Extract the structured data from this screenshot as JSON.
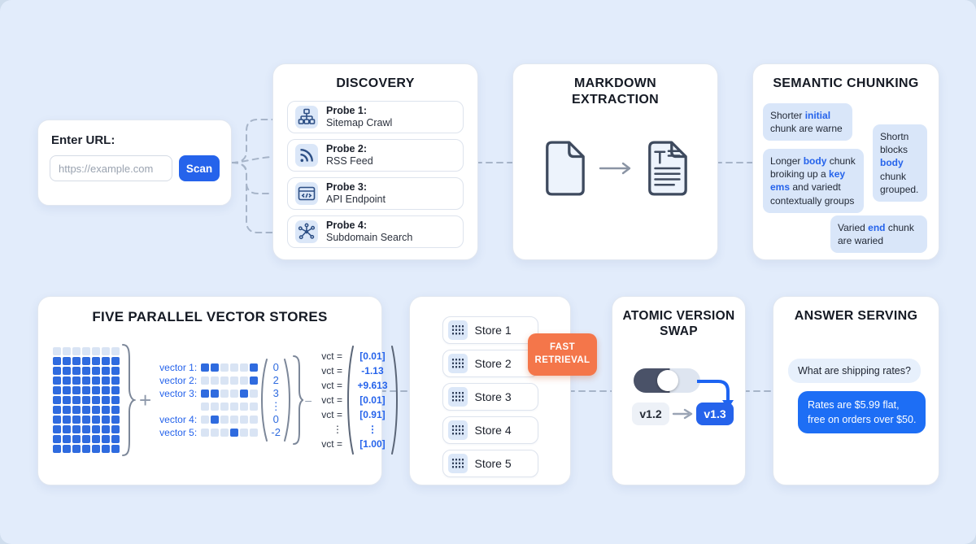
{
  "colors": {
    "background": "#e2ecfb",
    "accent_blue": "#2563eb",
    "matrix_blue": "#2f6bdf",
    "badge_orange": "#f4764a",
    "answer_bubble_blue": "#1d6ef5",
    "connector_gray": "#a7b5c9"
  },
  "url_card": {
    "label": "Enter URL:",
    "input_placeholder": "https://example.com",
    "scan_button": "Scan"
  },
  "discovery": {
    "title": "DISCOVERY",
    "probes": [
      {
        "name": "Probe 1:",
        "desc": "Sitemap Crawl",
        "icon": "sitemap-icon"
      },
      {
        "name": "Probe 2:",
        "desc": "RSS Feed",
        "icon": "rss-icon"
      },
      {
        "name": "Probe 3:",
        "desc": "API Endpoint",
        "icon": "api-window-icon"
      },
      {
        "name": "Probe 4:",
        "desc": "Subdomain Search",
        "icon": "network-graph-icon"
      }
    ]
  },
  "markdown": {
    "title_line1": "MARKDOWN",
    "title_line2": "EXTRACTION"
  },
  "semantic": {
    "title": "SEMANTIC CHUNKING",
    "chunk1": {
      "parts": [
        {
          "text": "Shorter ",
          "hl": false
        },
        {
          "text": "initial",
          "hl": true
        },
        {
          "text": " chunk are warne",
          "hl": false
        }
      ]
    },
    "chunk2": {
      "parts": [
        {
          "text": "Shortn blocks ",
          "hl": false
        },
        {
          "text": "body",
          "hl": true
        },
        {
          "text": " chunk grouped.",
          "hl": false
        }
      ]
    },
    "chunk3": {
      "parts": [
        {
          "text": "Longer ",
          "hl": false
        },
        {
          "text": "body",
          "hl": true
        },
        {
          "text": " chunk broiking up a ",
          "hl": false
        },
        {
          "text": "key ems",
          "hl": true
        },
        {
          "text": " and variedt contextually groups",
          "hl": false
        }
      ]
    },
    "chunk4": {
      "parts": [
        {
          "text": "Varied ",
          "hl": false
        },
        {
          "text": "end",
          "hl": true
        },
        {
          "text": " chunk are waried",
          "hl": false
        }
      ]
    }
  },
  "vector_stores": {
    "title": "FIVE PARALLEL VECTOR STORES",
    "matrix": {
      "rows": 11,
      "cols": 7,
      "light_rows": [
        0
      ]
    },
    "plus_sign": "+",
    "vectors": [
      {
        "label": "vector 1:",
        "cells": [
          1,
          1,
          0,
          0,
          0,
          1
        ]
      },
      {
        "label": "vector 2:",
        "cells": [
          0,
          0,
          0,
          0,
          0,
          1
        ]
      },
      {
        "label": "vector 3:",
        "cells": [
          1,
          1,
          0,
          0,
          1,
          0
        ]
      },
      {
        "label": "",
        "cells": [
          0,
          0,
          0,
          0,
          0,
          0
        ]
      },
      {
        "label": "vector 4:",
        "cells": [
          0,
          1,
          0,
          0,
          0,
          0
        ]
      },
      {
        "label": "vector 5:",
        "cells": [
          0,
          0,
          0,
          1,
          0,
          0
        ]
      }
    ],
    "column_values": [
      "0",
      "2",
      "3",
      "⋮",
      "0",
      "-2"
    ],
    "dash": "–",
    "vct_rows": [
      {
        "label": "vct =",
        "value": "[0.01]"
      },
      {
        "label": "vct =",
        "value": "-1.13"
      },
      {
        "label": "vct =",
        "value": "+9.613"
      },
      {
        "label": "vct =",
        "value": "[0.01]"
      },
      {
        "label": "vct =",
        "value": "[0.91]"
      },
      {
        "label": "⋮",
        "value": "⋮"
      },
      {
        "label": "vct =",
        "value": "[1.00]"
      }
    ]
  },
  "stores": {
    "items": [
      {
        "label": "Store 1"
      },
      {
        "label": "Store 2"
      },
      {
        "label": "Store 3"
      },
      {
        "label": "Store 4"
      },
      {
        "label": "Store 5"
      }
    ]
  },
  "fast_retrieval": {
    "line1": "FAST",
    "line2": "RETRIEVAL"
  },
  "atomic": {
    "title_line1": "ATOMIC VERSION",
    "title_line2": "SWAP",
    "version_from": "v1.2",
    "version_to": "v1.3"
  },
  "answer": {
    "title": "ANSWER SERVING",
    "question": "What are shipping rates?",
    "answer_line1": "Rates are $5.99 flat,",
    "answer_line2": "free on orders over $50."
  }
}
